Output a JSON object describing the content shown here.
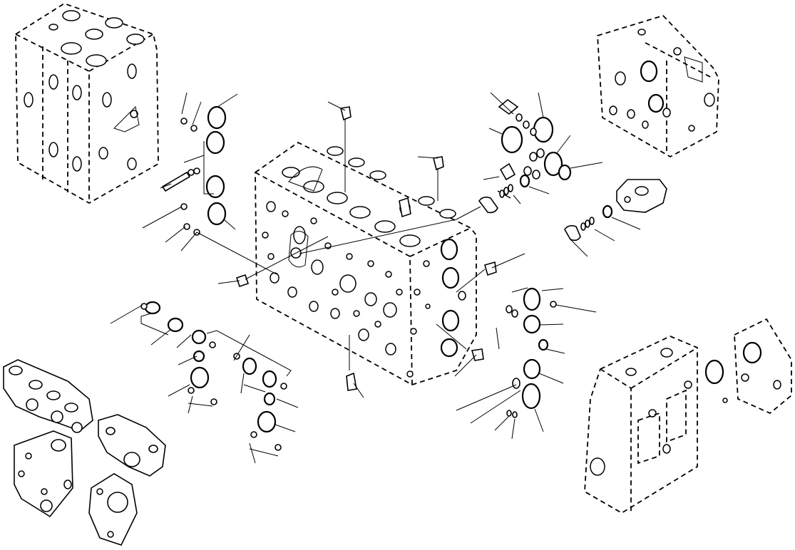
{
  "diagram": {
    "background": "#ffffff",
    "line_color": "#000000",
    "components": [
      "main-valve-block",
      "upper-left-valve-section",
      "upper-right-cover",
      "lower-left-manifold",
      "lower-left-cover-a",
      "lower-left-cover-b",
      "lower-right-valve-section",
      "right-end-cover",
      "right-plug-cap",
      "o-rings",
      "spools",
      "fittings"
    ]
  }
}
